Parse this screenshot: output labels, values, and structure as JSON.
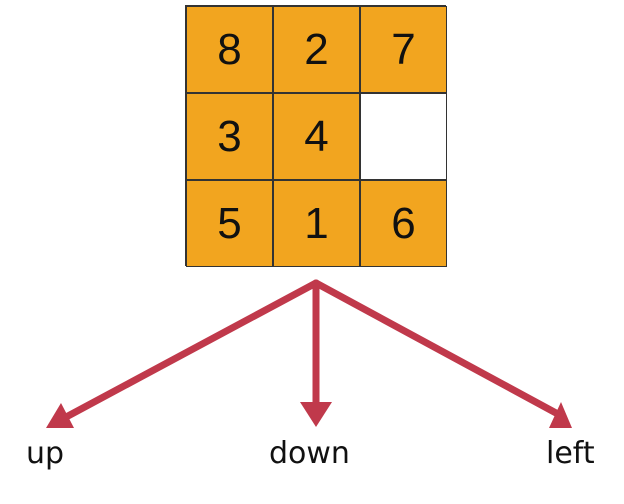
{
  "puzzle": {
    "tiles": [
      "8",
      "2",
      "7",
      "3",
      "4",
      "",
      "5",
      "1",
      "6"
    ],
    "tile_color": "#f2a51f",
    "empty_color": "#ffffff"
  },
  "moves": {
    "arrow_color": "#c0394b",
    "labels": [
      "up",
      "down",
      "left"
    ]
  }
}
